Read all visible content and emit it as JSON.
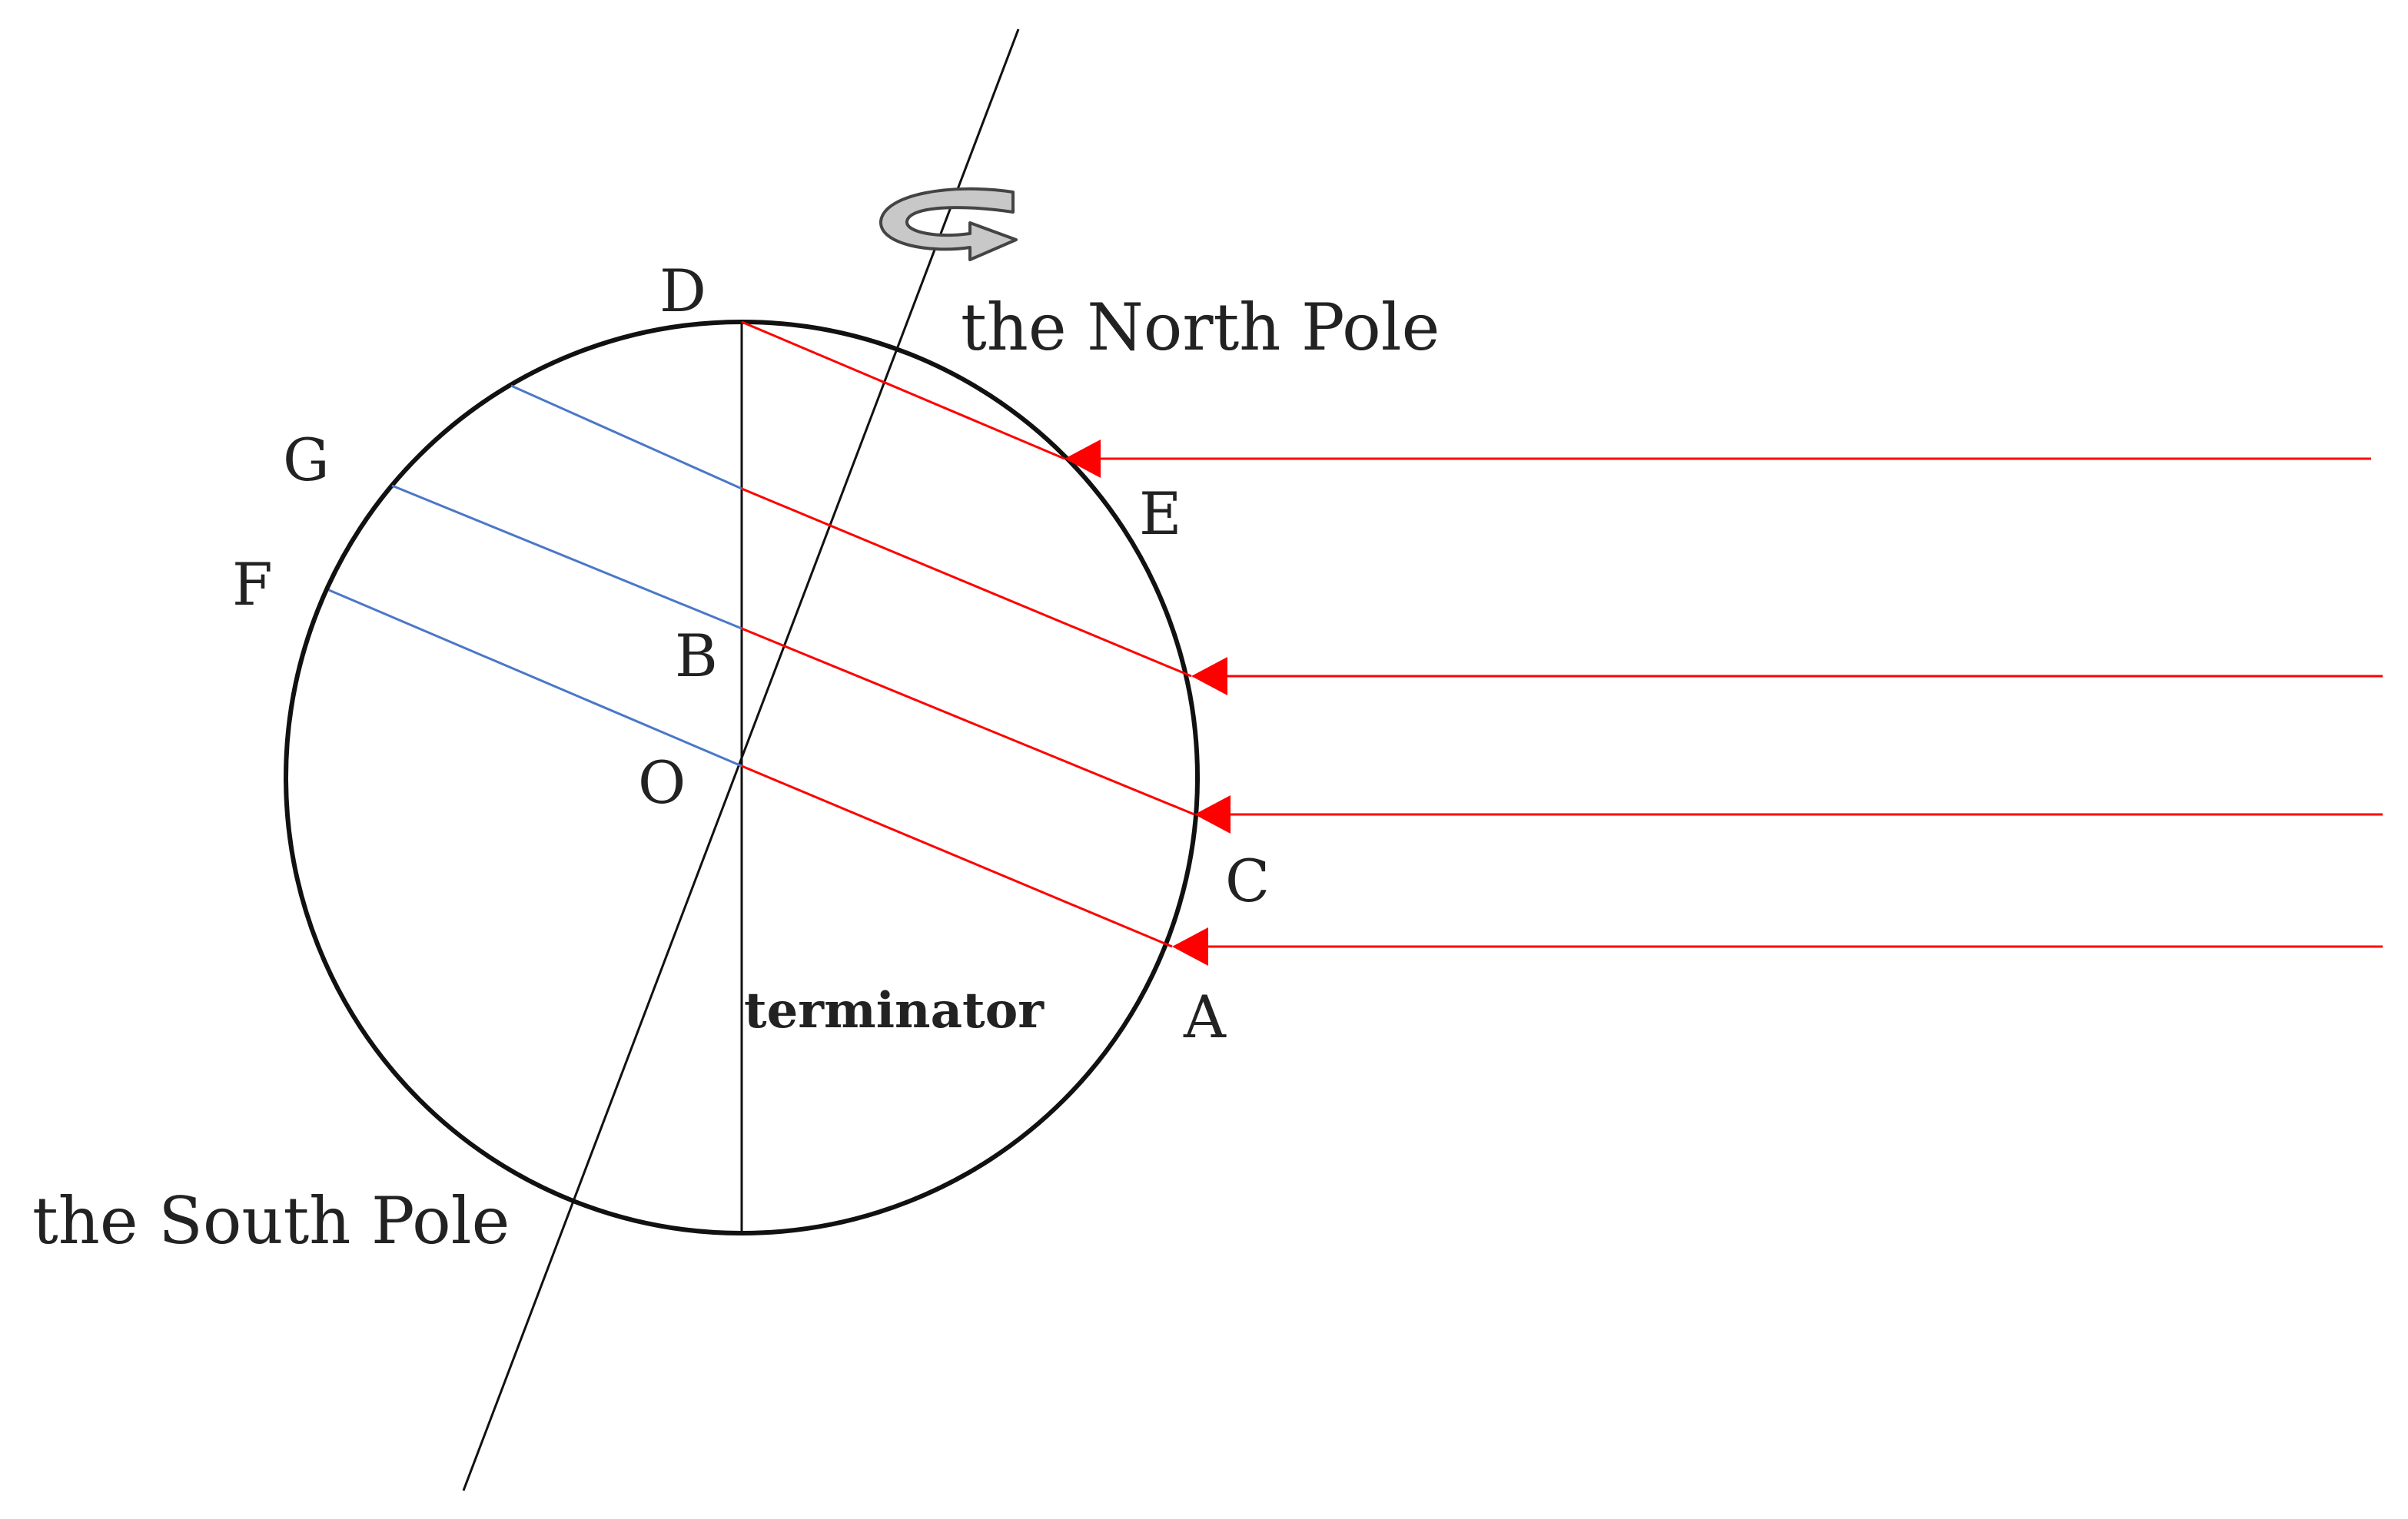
{
  "labels": {
    "north_pole": "the North Pole",
    "south_pole": "the South Pole",
    "terminator": "terminator",
    "points": {
      "A": "A",
      "B": "B",
      "C": "C",
      "D": "D",
      "E": "E",
      "F": "F",
      "G": "G",
      "O": "O"
    }
  },
  "colors": {
    "sun_rays": "#ff0000",
    "night_side_lines": "#4a78c8",
    "outline": "#111111",
    "rotation_arrow": "#c8c8c8"
  },
  "icons": {
    "rotation": "rotation-arrow-icon",
    "ray_head": "arrowhead-icon"
  }
}
